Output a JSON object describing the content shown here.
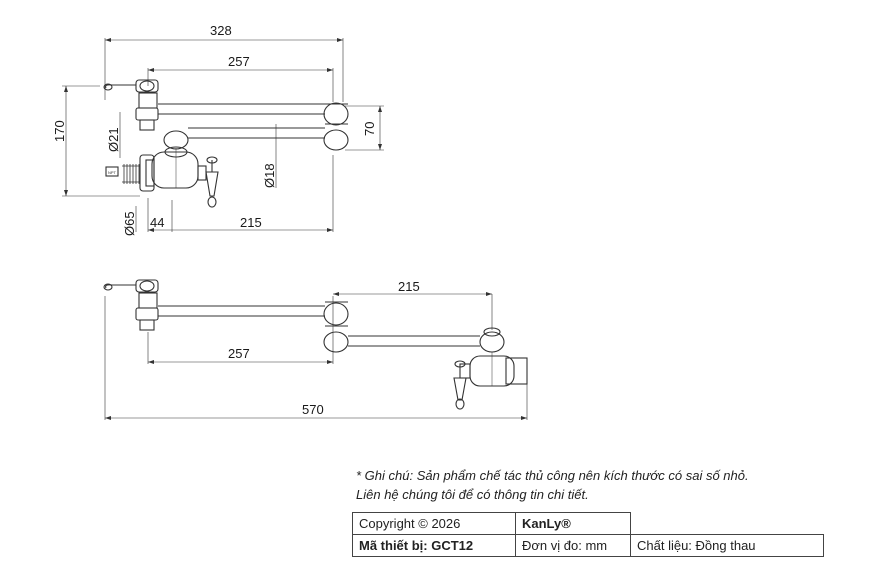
{
  "dimensions": {
    "side": {
      "d328": "328",
      "d257": "257",
      "d170": "170",
      "d70": "70",
      "d21": "Ø21",
      "d18": "Ø18",
      "d65": "Ø65",
      "d44": "44",
      "d215": "215"
    },
    "top": {
      "d215": "215",
      "d257": "257",
      "d570": "570"
    },
    "thread_mark": "NPT"
  },
  "note": {
    "line1": "* Ghi chú: Sản phẩm chế tác thủ công nên kích thước có sai số nhỏ.",
    "line2": "Liên hệ chúng tôi để có thông tin chi tiết."
  },
  "info_table": {
    "copyright": "Copyright © 2026",
    "brand": "KanLy®",
    "model_label": "Mã thiết bị: GCT12",
    "unit": "Đơn vị đo: mm",
    "material": "Chất liệu: Đồng thau"
  }
}
